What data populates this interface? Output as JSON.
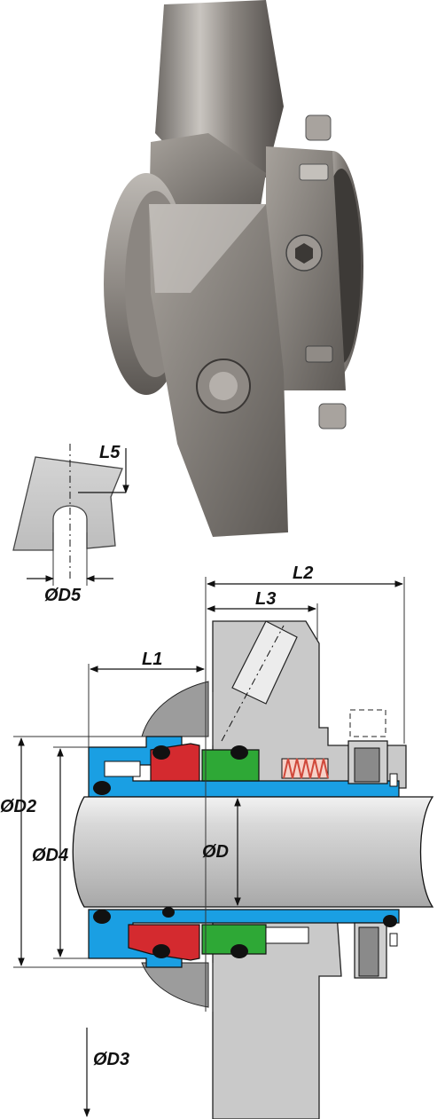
{
  "labels": {
    "l1": "L1",
    "l2": "L2",
    "l3": "L3",
    "l5": "L5",
    "d": "ØD",
    "d2": "ØD2",
    "d3": "ØD3",
    "d4": "ØD4",
    "d5": "ØD5"
  },
  "colors": {
    "sleeve": "#1a9fe3",
    "rotary_face": "#d42a2f",
    "stationary_face": "#2ea836",
    "gland": "#c8c8c8",
    "oring": "#111111",
    "spring": "#f08c78"
  }
}
